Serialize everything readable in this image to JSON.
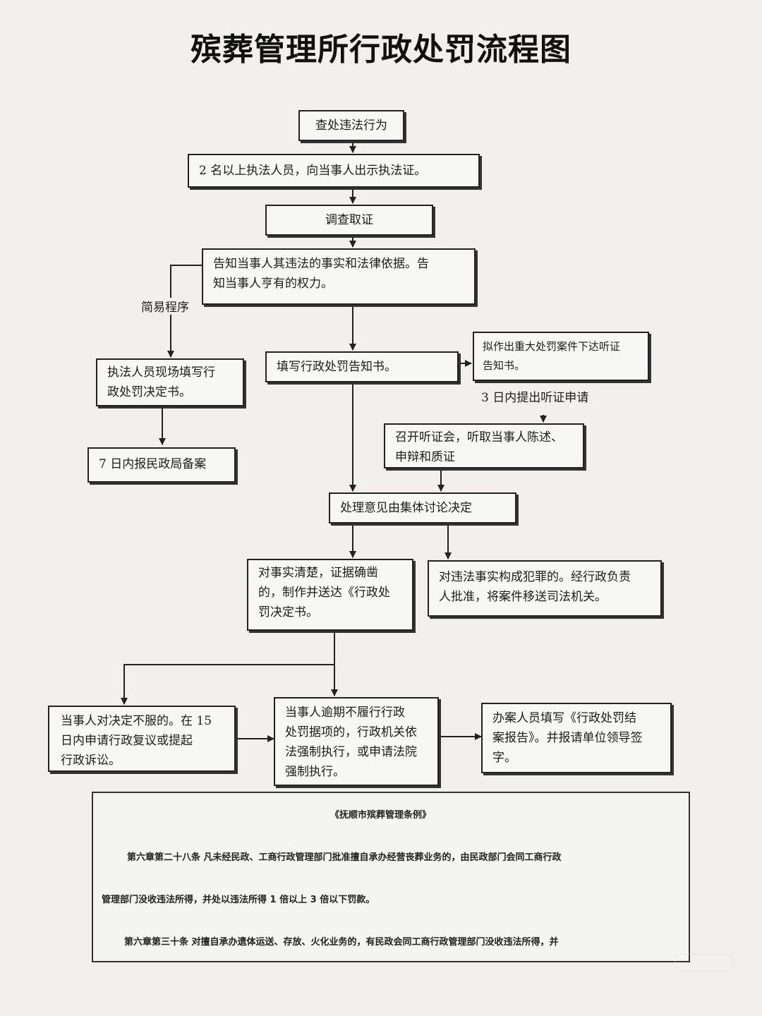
{
  "title": "殡葬管理所行政处罚流程图",
  "nodes": {
    "investigate": "查处违法行为",
    "present_certificate": "2 名以上执法人员，向当事人出示执法证。",
    "collect_evidence": "调查取证",
    "inform_line1": "告知当事人其违法的事实和法律依据。告",
    "inform_line2": "知当事人亨有的权力。",
    "simple_procedure": "简易程序",
    "onsite_line1": "执法人员现场填写行",
    "onsite_line2": "政处罚决定书。",
    "file_7days": "7 日内报民政局备案",
    "fill_notice": "填写行政处罚告知书。",
    "major_notice_line1": "拟作出重大处罚案件下达听证",
    "major_notice_line2": "告知书。",
    "hearing_3days": "3 日内提出听证申请",
    "hearing_line1": "召开听证会，听取当事人陈述、",
    "hearing_line2": "申辩和质证",
    "collective_decision": "处理意见由集体讨论决定",
    "facts_clear_line1": "对事实清楚，证据确凿",
    "facts_clear_line2": "的，制作并送达《行政处",
    "facts_clear_line3": "罚决定书。",
    "crime_line1": "对违法事实构成犯罪的。经行政负责",
    "crime_line2": "人批准，将案件移送司法机关。",
    "dissatisfied_line1": "当事人对决定不服的。在 15",
    "dissatisfied_line2": "日内申请行政复议或提起",
    "dissatisfied_line3": "行政诉讼。",
    "overdue_line1": "当事人逾期不履行行政",
    "overdue_line2": "处罚据项的，行政机关依",
    "overdue_line3": "法强制执行，或申请法院",
    "overdue_line4": "强制执行。",
    "report_line1": "办案人员填写《行政处罚结",
    "report_line2": "案报告》。并报请单位领导签",
    "report_line3": "字。"
  },
  "regulation": {
    "title": "《抚顺市殡葬管理条例》",
    "article28_line1": "第六章第二十八条  凡未经民政、工商行政管理部门批准擅自承办经营丧葬业务的，由民政部门会同工商行政",
    "article28_line2": "管理部门没收违法所得，并处以违法所得 1 倍以上 3 倍以下罚款。",
    "article30_line1": "第六章第三十条  对擅自承办遗体运送、存放、火化业务的，有民政会同工商行政管理部门没收违法所得，并"
  }
}
